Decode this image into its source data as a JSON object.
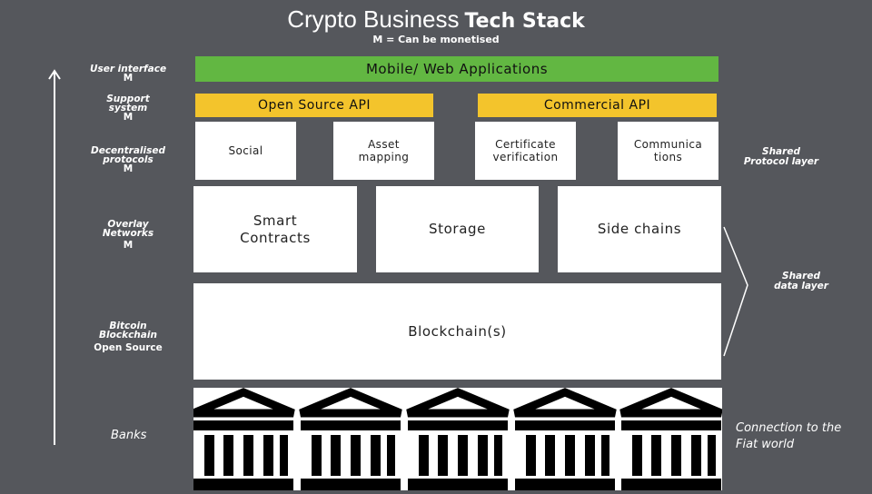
{
  "title": {
    "part1": "Crypto Business",
    "part2": "Tech Stack"
  },
  "subtitle": "M = Can be monetised",
  "layers": {
    "user_interface": {
      "label": "User interface",
      "tag": "M"
    },
    "support_system": {
      "label_1": "Support",
      "label_2": "system",
      "tag": "M"
    },
    "decentralised": {
      "label_1": "Decentralised",
      "label_2": "protocols",
      "tag": "M"
    },
    "overlay": {
      "label_1": "Overlay",
      "label_2": "Networks",
      "tag": "M"
    },
    "bitcoin": {
      "label_1": "Bitcoin",
      "label_2": "Blockchain",
      "tag": "Open Source"
    },
    "banks": {
      "label": "Banks"
    }
  },
  "boxes": {
    "applications": "Mobile/ Web Applications",
    "open_source_api": "Open Source API",
    "commercial_api": "Commercial API",
    "social": "Social",
    "asset_mapping_1": "Asset",
    "asset_mapping_2": "mapping",
    "certificate_1": "Certificate",
    "certificate_2": "verification",
    "communications_1": "Communica",
    "communications_2": "tions",
    "smart_contracts_1": "Smart",
    "smart_contracts_2": "Contracts",
    "storage": "Storage",
    "side_chains": "Side chains",
    "blockchain": "Blockchain(s)"
  },
  "right_labels": {
    "shared_protocol_1": "Shared",
    "shared_protocol_2": "Protocol layer",
    "shared_data_1": "Shared",
    "shared_data_2": "data layer",
    "fiat_1": "Connection to the",
    "fiat_2": "Fiat world"
  },
  "icons": {
    "bank": "bank-building-icon"
  },
  "colors": {
    "background": "#55575c",
    "green": "#62b742",
    "yellow": "#f3c42c"
  }
}
